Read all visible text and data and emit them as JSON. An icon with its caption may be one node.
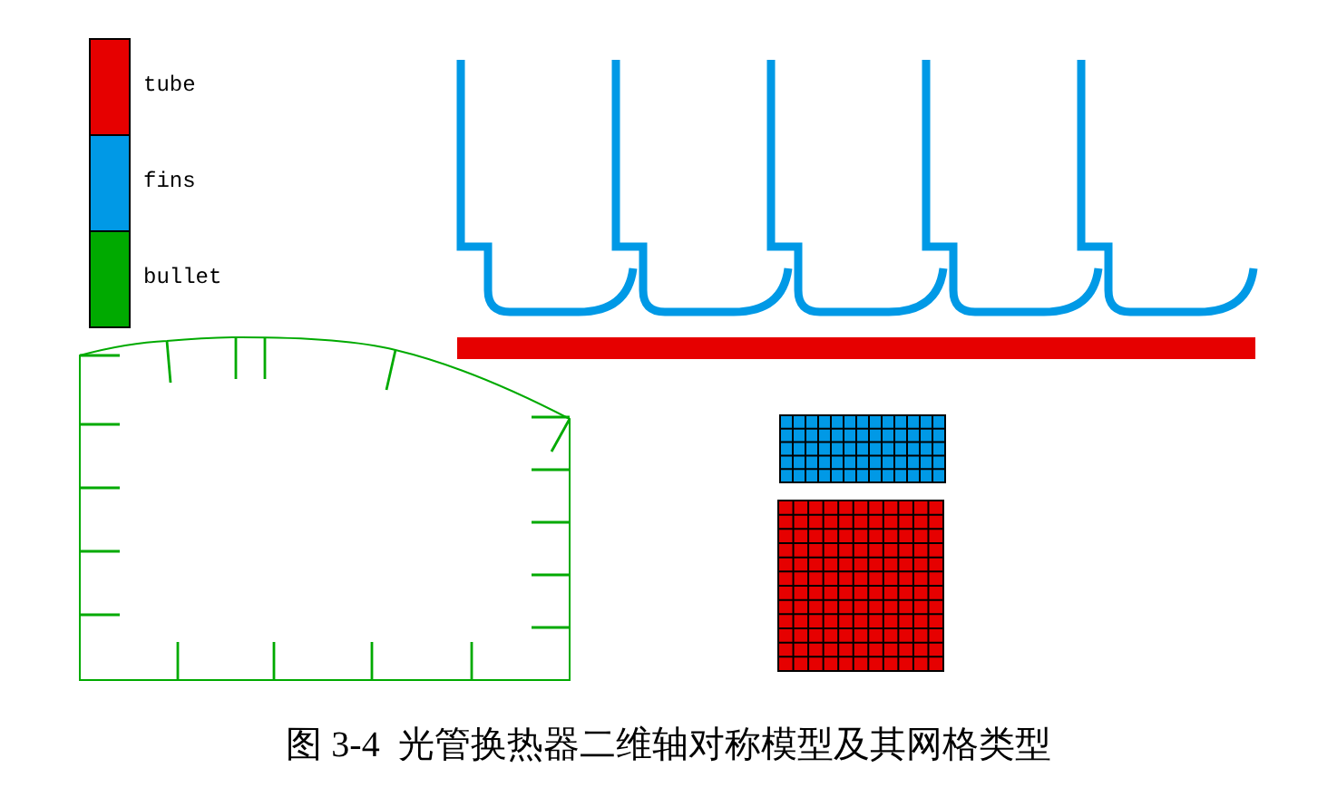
{
  "diagram": {
    "caption": "图 3-4  光管换热器二维轴对称模型及其网格类型",
    "legend": [
      {
        "text": "tube",
        "color": "#e60000"
      },
      {
        "text": "fins",
        "color": "#0099e6"
      },
      {
        "text": "bullet",
        "color": "#00aa00"
      }
    ]
  }
}
